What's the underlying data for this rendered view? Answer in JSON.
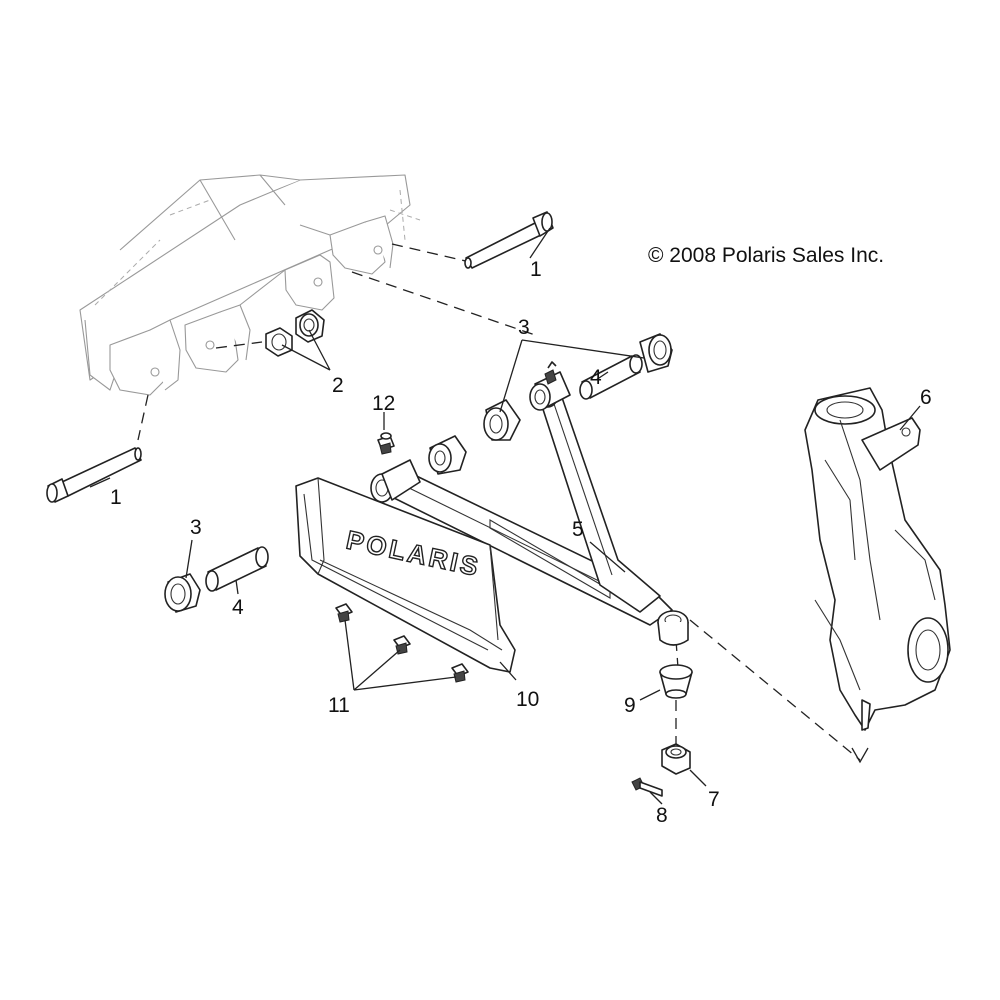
{
  "copyright": "© 2008 Polaris Sales Inc.",
  "brand_logo": "POLARIS",
  "callouts": {
    "c1a": "1",
    "c1b": "1",
    "c2": "2",
    "c3a": "3",
    "c3b": "3",
    "c4a": "4",
    "c4b": "4",
    "c5": "5",
    "c6": "6",
    "c7": "7",
    "c8": "8",
    "c9": "9",
    "c10": "10",
    "c11": "11",
    "c12": "12"
  },
  "parts": [
    {
      "number": "1",
      "part": "bolt"
    },
    {
      "number": "2",
      "part": "lock-nut"
    },
    {
      "number": "3",
      "part": "bushing"
    },
    {
      "number": "4",
      "part": "sleeve"
    },
    {
      "number": "5",
      "part": "a-arm"
    },
    {
      "number": "6",
      "part": "spindle"
    },
    {
      "number": "7",
      "part": "castle-nut"
    },
    {
      "number": "8",
      "part": "cotter-pin"
    },
    {
      "number": "9",
      "part": "ball-joint-boot"
    },
    {
      "number": "10",
      "part": "a-arm-guard"
    },
    {
      "number": "11",
      "part": "screw"
    },
    {
      "number": "12",
      "part": "grease-fitting"
    }
  ],
  "colors": {
    "line": "#222222",
    "frame_line": "#999999",
    "background": "#ffffff"
  }
}
